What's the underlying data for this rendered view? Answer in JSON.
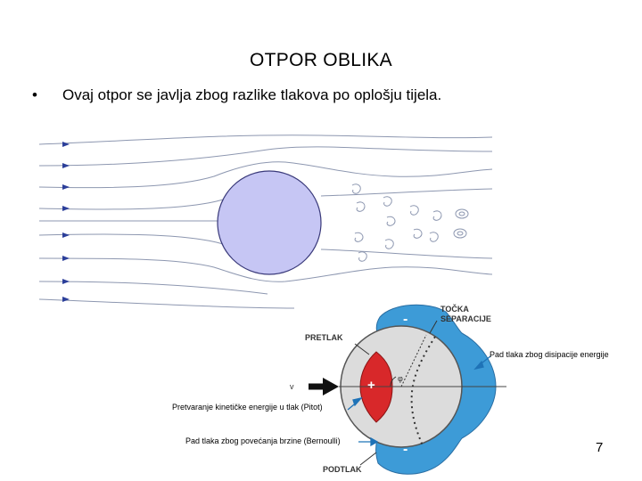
{
  "slide": {
    "title": "OTPOR OBLIKA",
    "bullet_marker": "•",
    "bullet_text": "Ovaj otpor se javlja zbog razlike tlakova po oplošju tijela.",
    "page_number": "7"
  },
  "diagram": {
    "minus_top": "-",
    "minus_bottom": "-",
    "plus": "+",
    "label_separation_line1": "TOČKA",
    "label_separation_line2": "SEPARACIJE",
    "label_overpressure": "PRETLAK",
    "label_underpressure": "PODTLAK",
    "label_velocity": "v",
    "label_angle": "φ"
  },
  "annotations": {
    "dissipation": "Pad tlaka zbog disipacije energije",
    "pitot": "Pretvaranje kinetičke energije u tlak (Pitot)",
    "bernoulli": "Pad tlaka zbog povećanja brzine (Bernoulli)"
  },
  "colors": {
    "sphere_fill": "#c6c6f4",
    "streamline": "#8d97b0",
    "arrow_blue": "#2c3f9a",
    "pressure_blue": "#3d9bd7",
    "pressure_red": "#d8282a",
    "body_grey": "#dcdcdc",
    "annotation_arrow": "#1f73b7"
  }
}
